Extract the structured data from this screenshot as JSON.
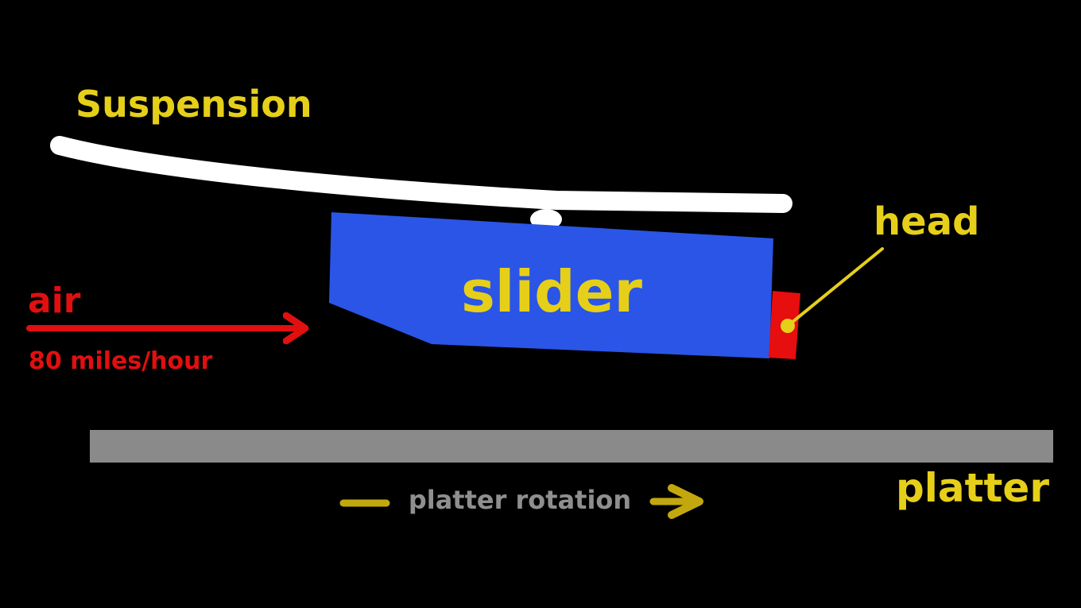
{
  "labels": {
    "suspension": "Suspension",
    "slider": "slider",
    "head": "head",
    "air": "air",
    "air_speed": "80 miles/hour",
    "platter": "platter",
    "platter_rotation": "platter rotation"
  },
  "colors": {
    "background": "#000000",
    "label_yellow": "#e6cf19",
    "suspension_white": "#ffffff",
    "slider_blue": "#2a55e6",
    "head_red": "#e60e0e",
    "air_red": "#e10f0f",
    "platter_gray": "#8a8a8a",
    "rotation_text_gray": "#8f8f8f",
    "rotation_arrow_olive": "#c2a80e"
  }
}
